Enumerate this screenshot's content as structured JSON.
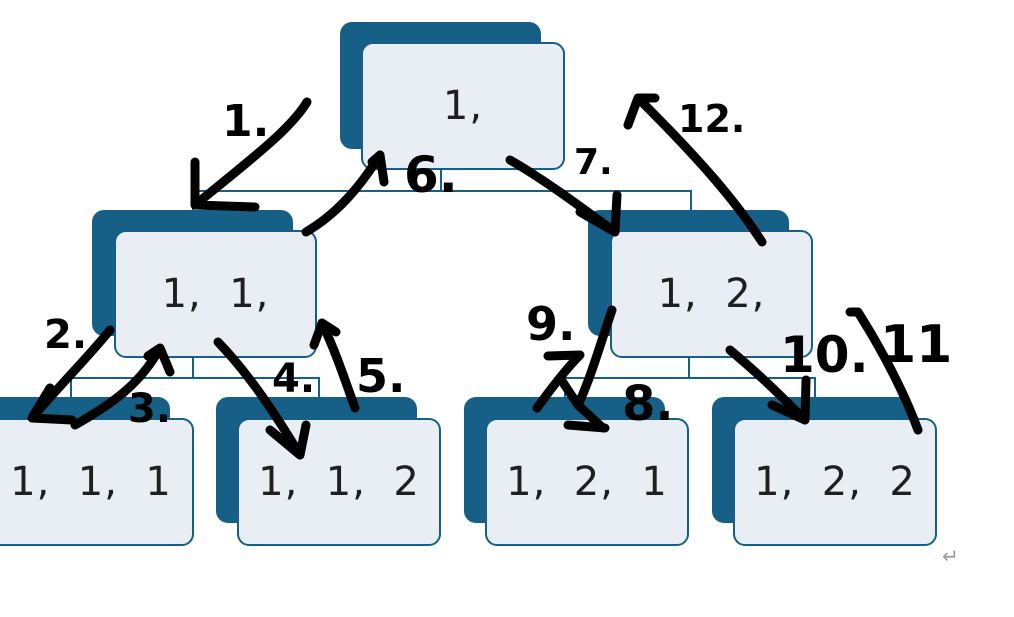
{
  "colors": {
    "node_dark": "#165f86",
    "node_light": "#e8eef3",
    "ink": "#000000"
  },
  "tree": {
    "root": {
      "label": "1,"
    },
    "level1": [
      {
        "label": "1,  1,"
      },
      {
        "label": "1,  2,"
      }
    ],
    "level2": [
      {
        "label": "1,  1,  1"
      },
      {
        "label": "1,  1,  2"
      },
      {
        "label": "1,  2,  1"
      },
      {
        "label": "1,  2,  2"
      }
    ]
  },
  "annotations": [
    {
      "label": "1."
    },
    {
      "label": "2."
    },
    {
      "label": "3."
    },
    {
      "label": "4."
    },
    {
      "label": "5."
    },
    {
      "label": "6."
    },
    {
      "label": "7."
    },
    {
      "label": "8."
    },
    {
      "label": "9."
    },
    {
      "label": "10."
    },
    {
      "label": "11"
    },
    {
      "label": "12."
    }
  ],
  "return_mark": "↵"
}
